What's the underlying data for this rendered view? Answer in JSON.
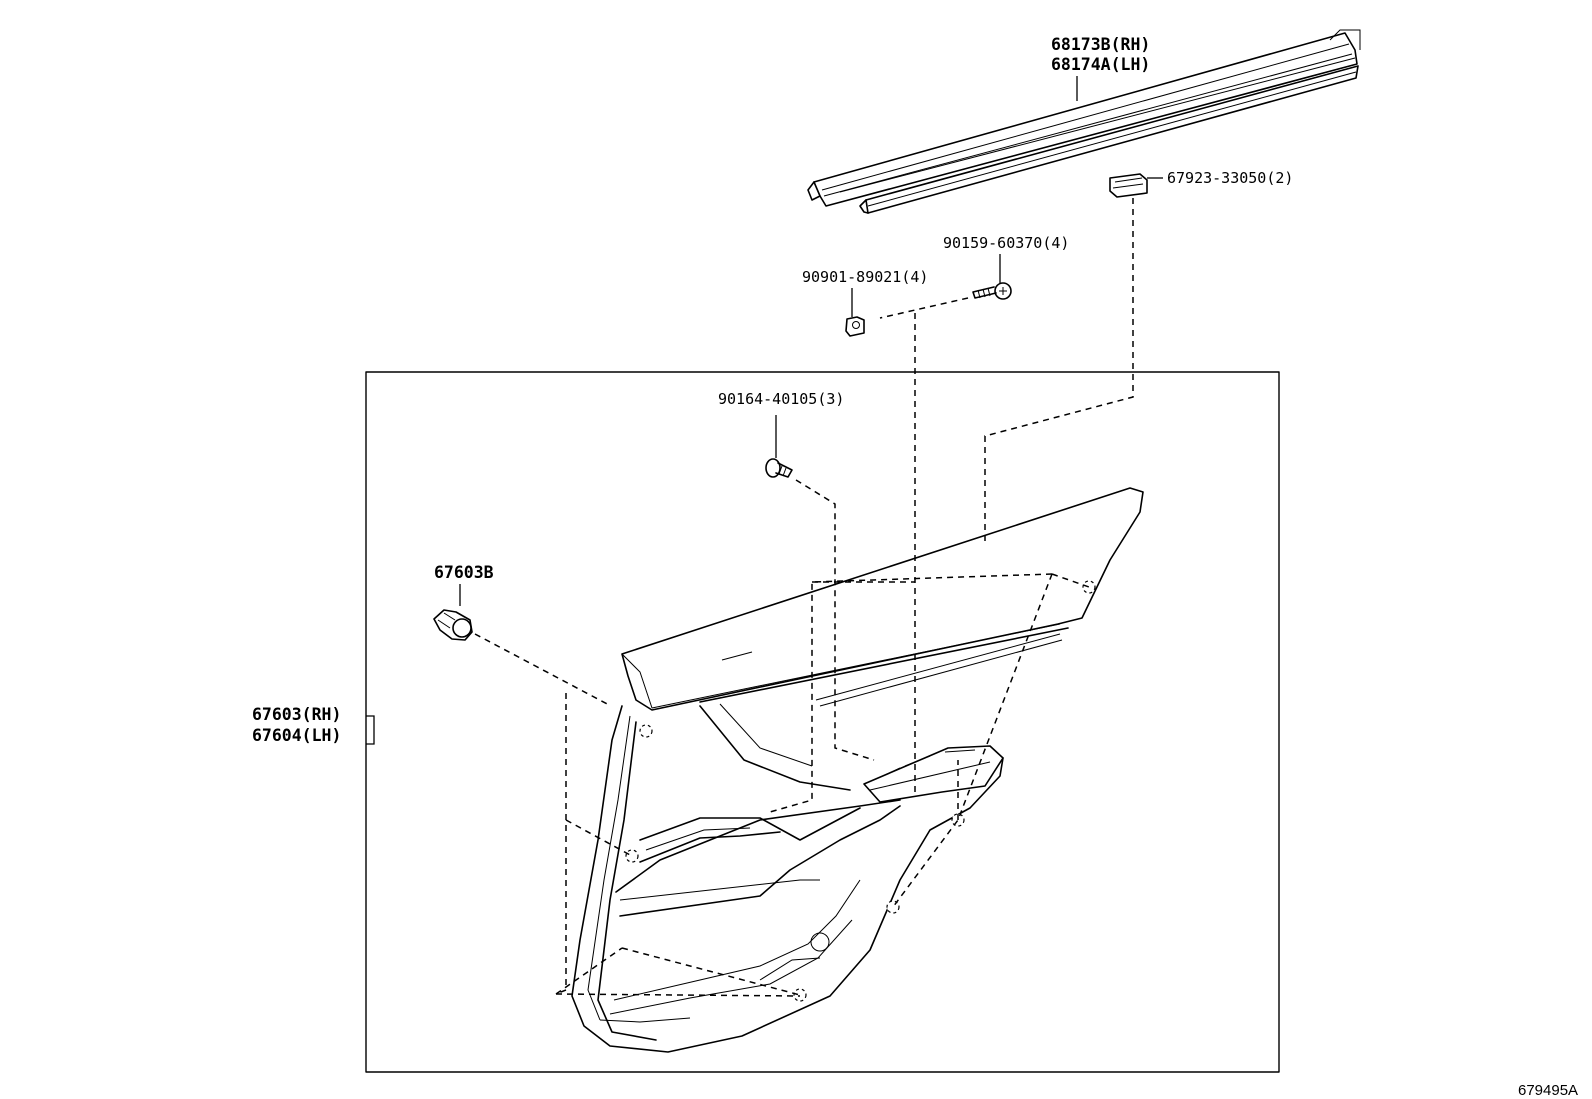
{
  "diagram": {
    "reference_code": "679495A",
    "parts": [
      {
        "id": "weatherstrip",
        "lines": [
          "68173B(RH)",
          "68174A(LH)"
        ]
      },
      {
        "id": "clip-67923",
        "lines": [
          "67923-33050(2)"
        ]
      },
      {
        "id": "screw-90159",
        "lines": [
          "90159-60370(4)"
        ]
      },
      {
        "id": "nut-90901",
        "lines": [
          "90901-89021(4)"
        ]
      },
      {
        "id": "screw-90164",
        "lines": [
          "90164-40105(3)"
        ]
      },
      {
        "id": "clip-67603b",
        "lines": [
          "67603B"
        ]
      },
      {
        "id": "door-trim-panel",
        "lines": [
          "67603(RH)",
          "67604(LH)"
        ]
      }
    ]
  }
}
